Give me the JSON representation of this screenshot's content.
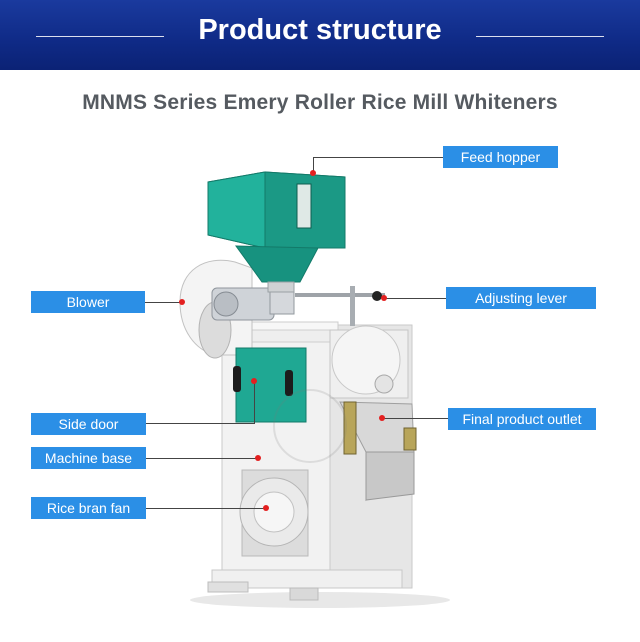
{
  "header": {
    "title": "Product structure"
  },
  "subtitle": "MNMS Series Emery Roller Rice Mill Whiteners",
  "callouts": {
    "feed_hopper": "Feed hopper",
    "blower": "Blower",
    "adjusting_lever": "Adjusting lever",
    "side_door": "Side door",
    "final_product_outlet": "Final product outlet",
    "machine_base": "Machine base",
    "rice_bran_fan": "Rice bran fan"
  },
  "colors": {
    "header_bg": "#12308f",
    "callout_bg": "#2b8fe6",
    "marker": "#e32020",
    "hopper": "#1fa893"
  }
}
